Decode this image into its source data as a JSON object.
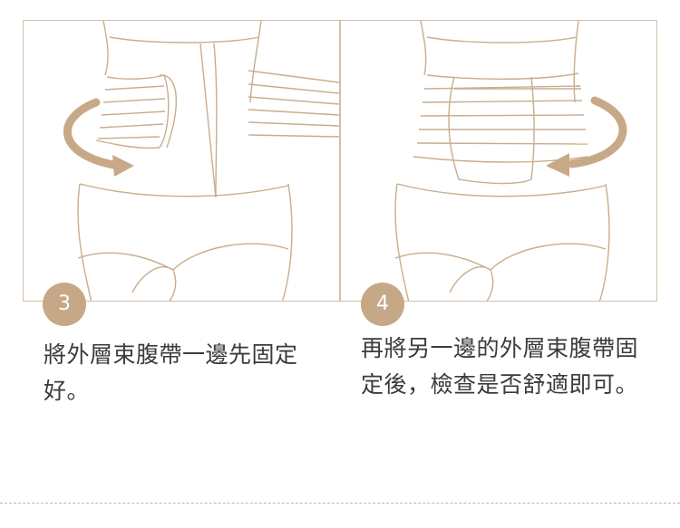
{
  "steps": [
    {
      "number": "3",
      "text": "將外層束腹帶一邊先固定好。"
    },
    {
      "number": "4",
      "text": "再將另一邊的外層束腹帶固定後，檢查是否舒適即可。"
    }
  ],
  "colors": {
    "line": "#c9ad8e",
    "arrow": "#c8a987",
    "badge": "#c6a886",
    "text": "#3b3b3b"
  }
}
